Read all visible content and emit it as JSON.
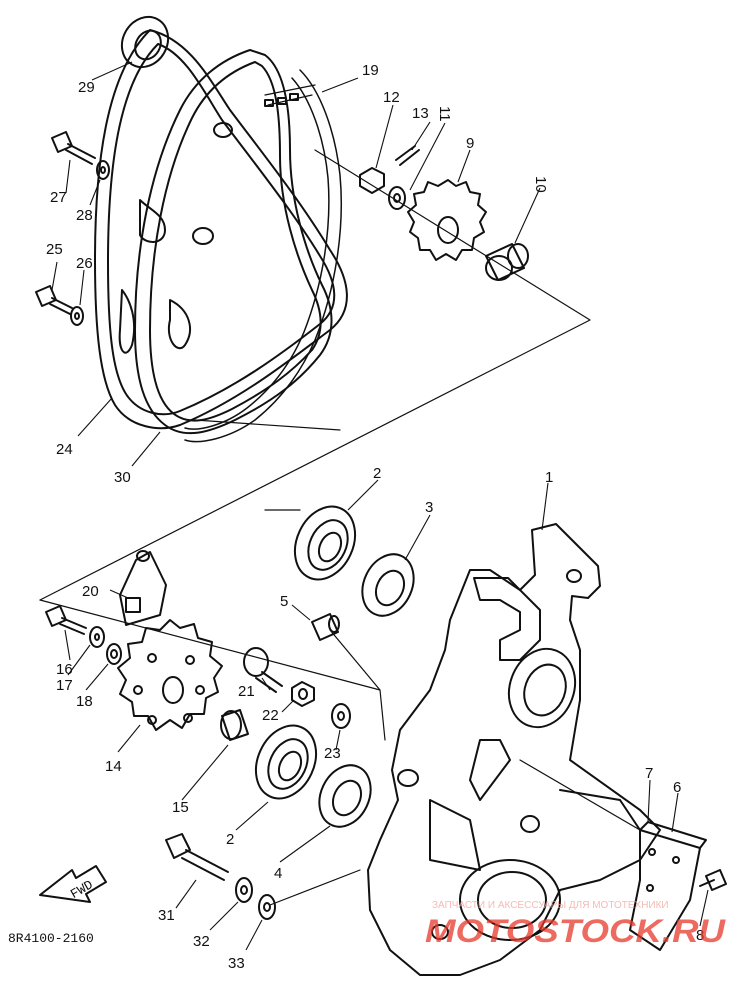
{
  "diagram": {
    "part_code": "8R4100-2160",
    "fwd_label": "FWD",
    "watermark": {
      "top_text": "ЗАПЧАСТИ И АКСЕССУАРЫ ДЛЯ МОТОТЕХНИКИ",
      "brand_text": "MOTOSTOCK.RU"
    },
    "callouts": [
      "1",
      "2",
      "3",
      "4",
      "5",
      "6",
      "7",
      "8",
      "9",
      "10",
      "11",
      "12",
      "13",
      "14",
      "15",
      "16",
      "17",
      "18",
      "19",
      "20",
      "21",
      "22",
      "23",
      "24",
      "25",
      "26",
      "27",
      "28",
      "29",
      "30",
      "31",
      "32",
      "33"
    ],
    "callout_2b": "2"
  },
  "colors": {
    "ink": "#111111",
    "watermark": "#e8392b",
    "watermark_light": "#f3a49b"
  }
}
